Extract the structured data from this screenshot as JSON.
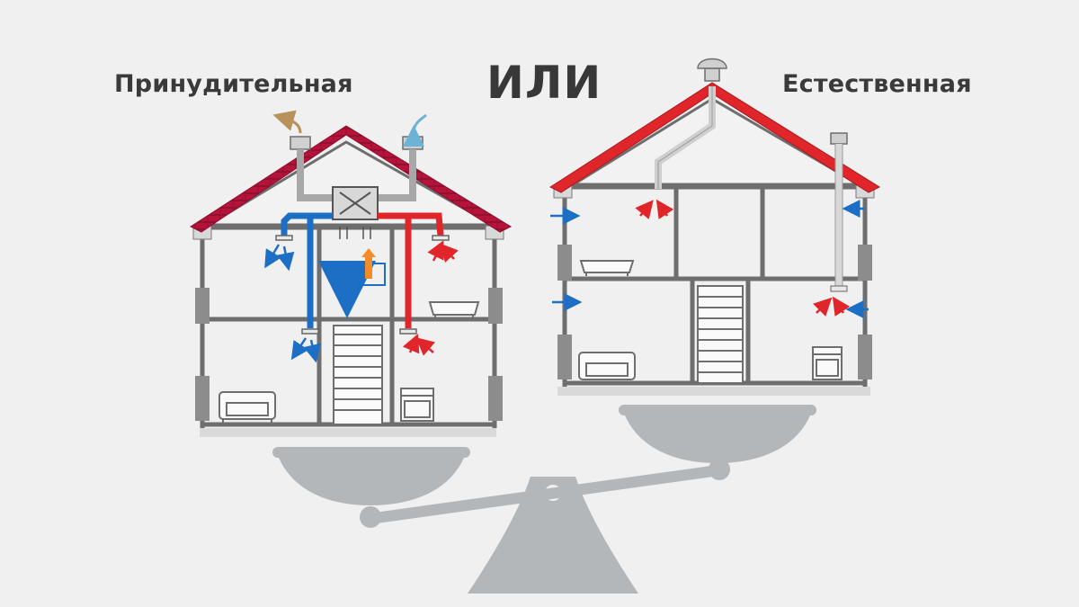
{
  "labels": {
    "left": "Принудительная",
    "or": "ИЛИ",
    "right": "Естественная"
  },
  "colors": {
    "background": "#f0f0f0",
    "roof": "#b5133a",
    "roof_right": "#e0262b",
    "wall": "#6e6e6e",
    "supply_blue": "#1c6fc4",
    "exhaust_red": "#e0262b",
    "heat_orange": "#f28c28",
    "scale_gray": "#b4b7b9"
  },
  "icons": [
    "sofa-icon",
    "bathtub-icon",
    "stove-icon",
    "stairs-icon",
    "heat-recovery-unit-icon",
    "roof-vent-cap-icon",
    "air-flow-arrow-icon",
    "balance-scale-icon"
  ]
}
